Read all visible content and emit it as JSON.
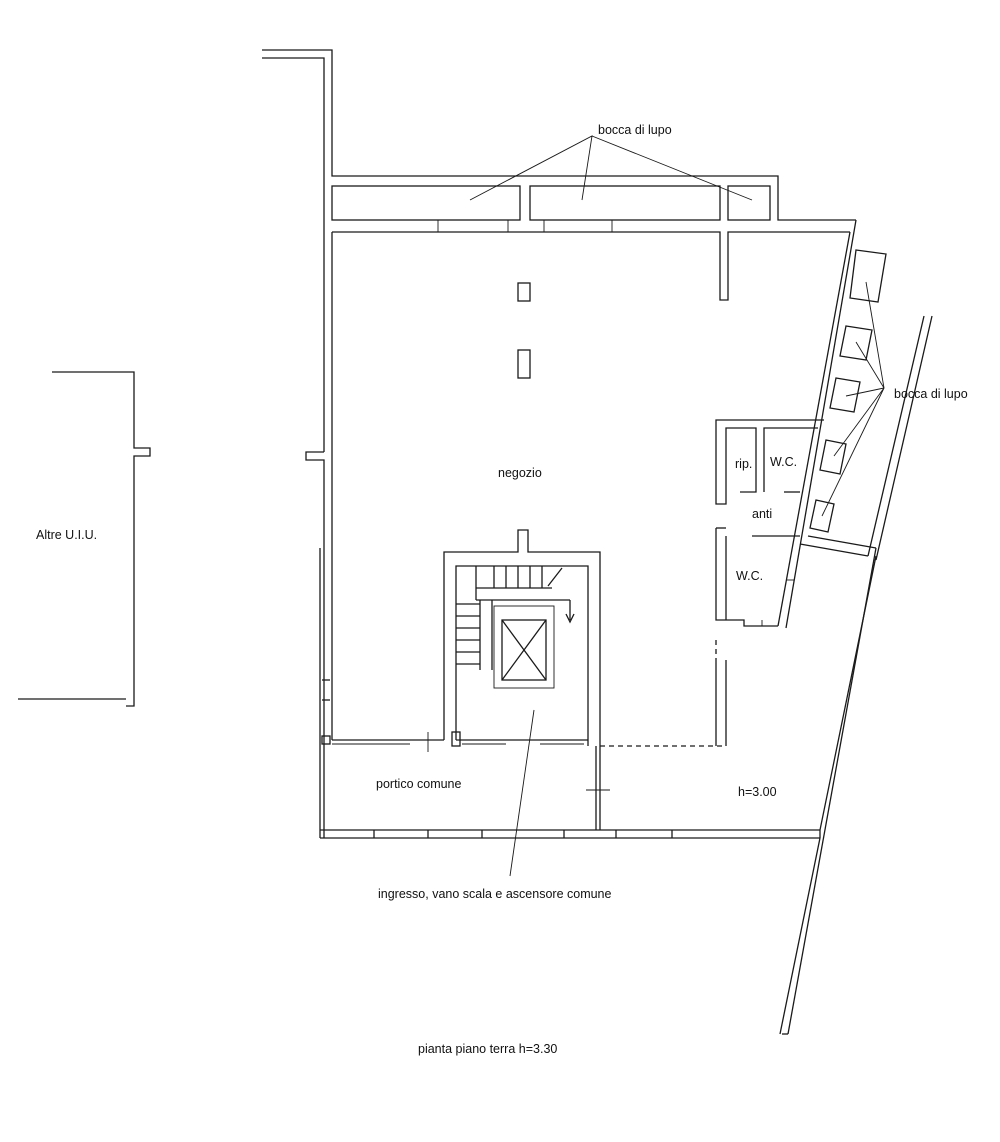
{
  "labels": {
    "bocca_top": "bocca di lupo",
    "bocca_right": "bocca di lupo",
    "altre": "Altre U.I.U.",
    "negozio": "negozio",
    "rip": "rip.",
    "wc_upper": "W.C.",
    "anti": "anti",
    "wc_lower": "W.C.",
    "portico": "portico comune",
    "height_portico": "h=3.00",
    "ingresso": "ingresso, vano scala e ascensore comune",
    "caption": "pianta piano terra h=3.30"
  }
}
